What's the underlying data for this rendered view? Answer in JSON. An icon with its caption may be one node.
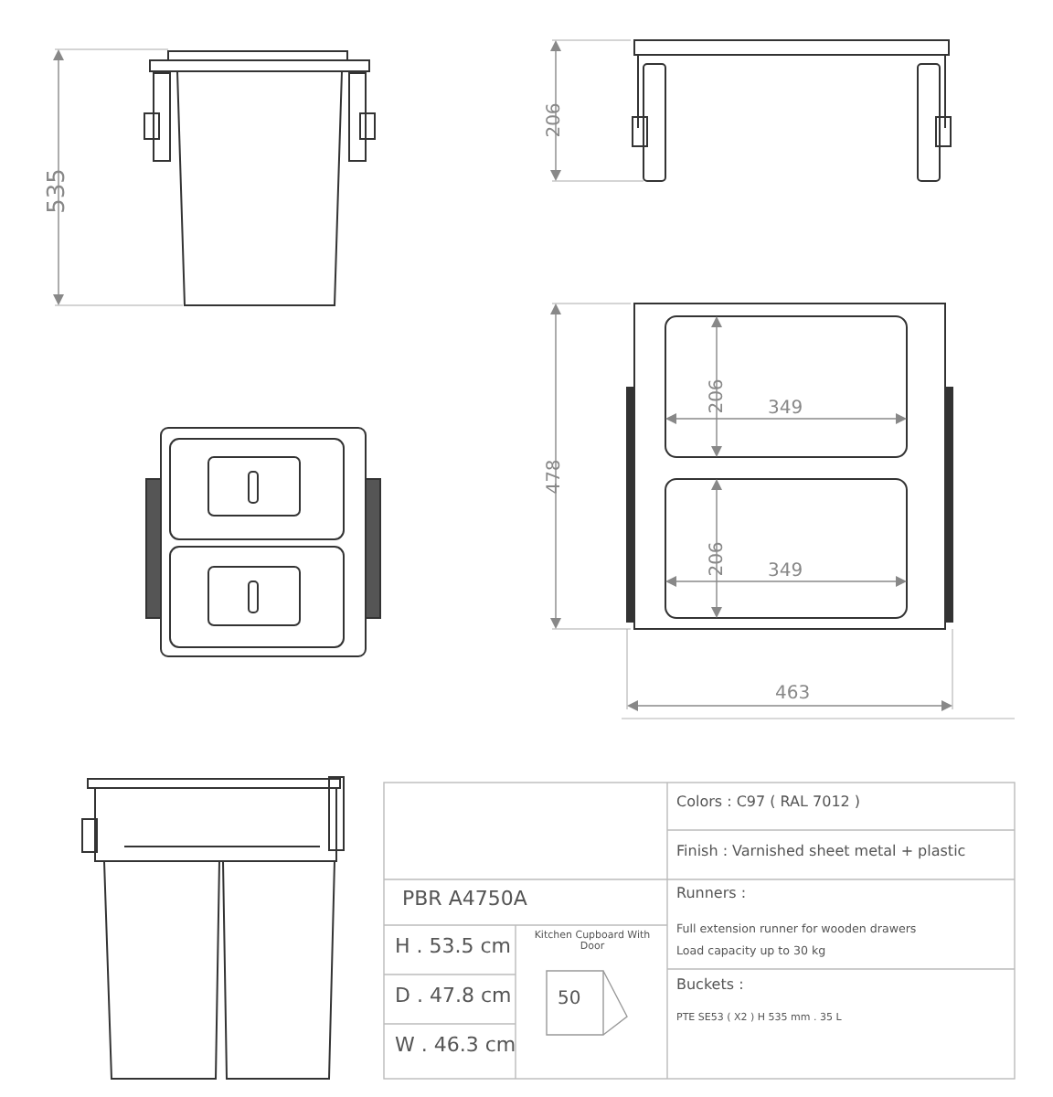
{
  "diagram": {
    "labels": [
      "535",
      "206",
      "478",
      "206",
      "349",
      "206",
      "349",
      "463",
      "Colors : C97 ( RAL 7012 )",
      "Finish : Varnished sheet metal + plastic",
      "PBR A4750A",
      "Runners :",
      "Full extension runner for wooden drawers",
      "Load capacity up to 30 kg",
      "H . 53.5 cm",
      "Kitchen Cupboard With Door",
      "D . 47.8 cm",
      "50",
      "Buckets :",
      "PTE SE53 ( X2 ) H 535 mm . 35 L",
      "W . 46.3 cm"
    ]
  }
}
